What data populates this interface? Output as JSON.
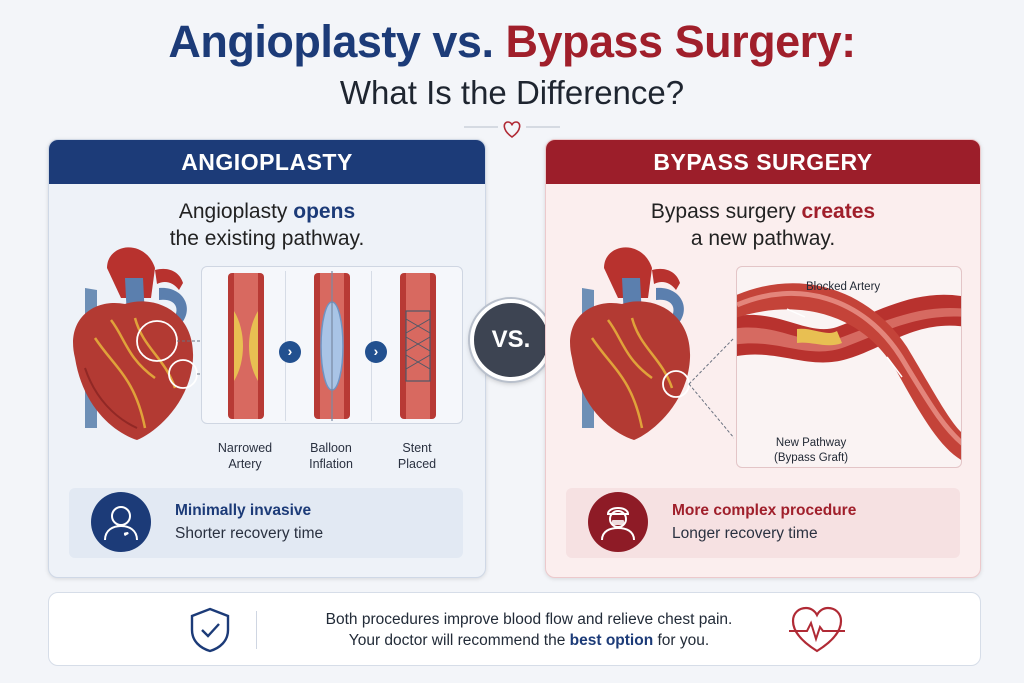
{
  "title": {
    "part1": "Angioplasty vs.",
    "part2": "Bypass Surgery:",
    "subtitle": "What Is the Difference?"
  },
  "angioplasty": {
    "header": "ANGIOPLASTY",
    "tagline_pre": "Angioplasty",
    "tagline_highlight": "opens",
    "tagline_line2": "the existing pathway.",
    "steps": [
      {
        "line1": "Narrowed",
        "line2": "Artery"
      },
      {
        "line1": "Balloon",
        "line2": "Inflation"
      },
      {
        "line1": "Stent",
        "line2": "Placed"
      }
    ],
    "benefit_title": "Minimally invasive",
    "benefit_sub": "Shorter recovery time"
  },
  "vs_label": "VS.",
  "bypass": {
    "header": "BYPASS SURGERY",
    "tagline_pre": "Bypass surgery",
    "tagline_highlight": "creates",
    "tagline_line2": "a new pathway.",
    "label_blocked": "Blocked Artery",
    "label_new_line1": "New Pathway",
    "label_new_line2": "(Bypass Graft)",
    "benefit_title": "More complex procedure",
    "benefit_sub": "Longer recovery time"
  },
  "footer": {
    "line1": "Both procedures improve blood flow and relieve chest pain.",
    "line2_pre": "Your doctor will recommend the",
    "line2_highlight": "best option",
    "line2_post": "for you."
  },
  "icons": {
    "divider": "heart-outline-icon",
    "benefit_left": "patient-icon",
    "benefit_right": "surgeon-icon",
    "footer_left": "shield-check-icon",
    "footer_right": "heartbeat-icon"
  },
  "colors": {
    "navy": "#1c3b78",
    "crimson": "#a01f2b",
    "background": "#f3f5f9"
  }
}
